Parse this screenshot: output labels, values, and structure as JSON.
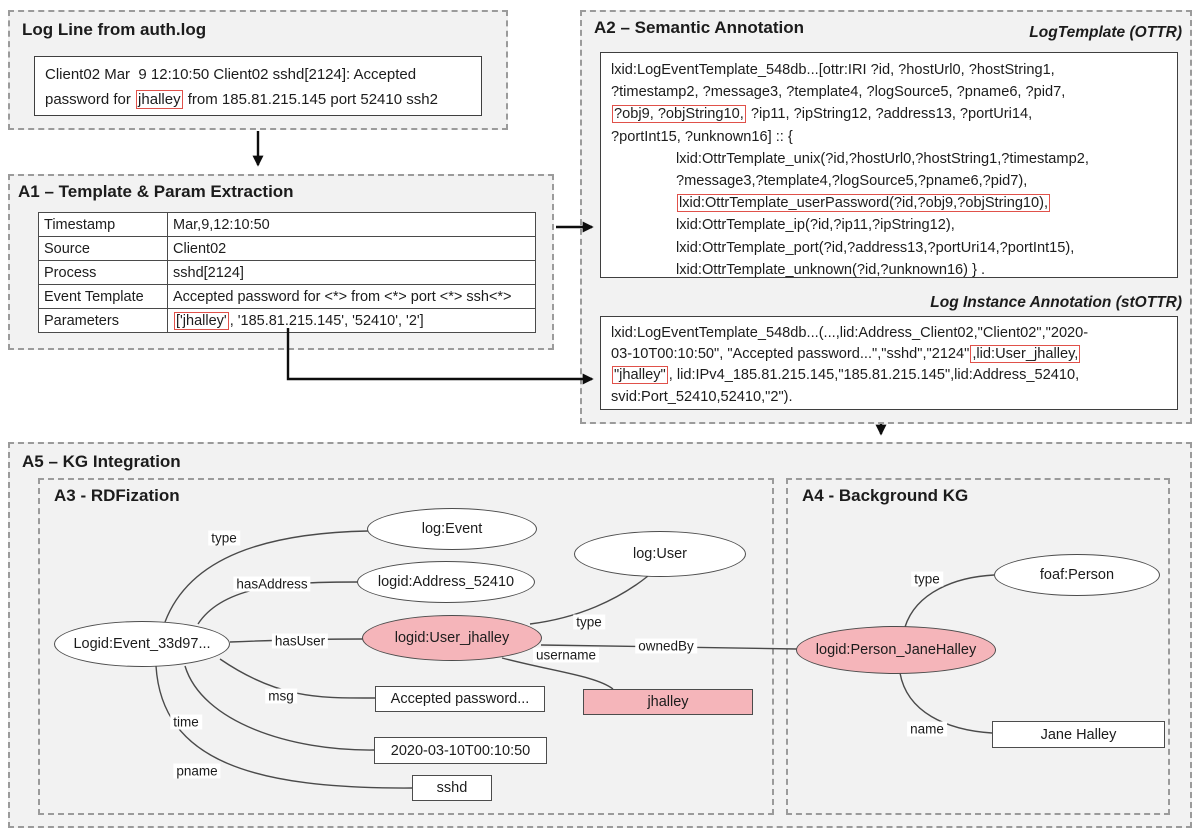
{
  "colors": {
    "panel_bg": "#f2f2f2",
    "dashed_border": "#9b9b9b",
    "solid_border": "#3f3f3f",
    "text": "#1c1c1c",
    "highlight_box_red": "#e0514a",
    "node_pink": "#f5b5ba",
    "node_white": "#ffffff",
    "edge_stroke": "#4a4a4a",
    "arrow_black": "#0d0d0d"
  },
  "logline": {
    "title": "Log Line from auth.log",
    "lines": [
      [
        {
          "t": "Client02 Mar  9 12:10:50 Client02 sshd[2124]: Accepted"
        }
      ],
      [
        {
          "t": "password for "
        },
        {
          "t": "jhalley",
          "box": true
        },
        {
          "t": " from 185.81.215.145 port 52410 ssh2"
        }
      ]
    ]
  },
  "a1": {
    "title": "A1 – Template & Param Extraction",
    "rows": [
      {
        "label": "Timestamp",
        "segments": [
          {
            "t": "Mar,9,12:10:50"
          }
        ]
      },
      {
        "label": "Source",
        "segments": [
          {
            "t": "Client02"
          }
        ]
      },
      {
        "label": "Process",
        "segments": [
          {
            "t": "sshd[2124]"
          }
        ]
      },
      {
        "label": "Event Template",
        "segments": [
          {
            "t": "Accepted password for <*> from <*> port <*> ssh<*>"
          }
        ]
      },
      {
        "label": "Parameters",
        "segments": [
          {
            "t": "['jhalley'",
            "box": true
          },
          {
            "t": ", '185.81.215.145', '52410', '2']"
          }
        ]
      }
    ]
  },
  "a2": {
    "title": "A2 – Semantic Annotation",
    "template_label": "LogTemplate (OTTR)",
    "instance_label": "Log Instance Annotation (stOTTR)",
    "template_lines": [
      {
        "ind": 0,
        "seg": [
          {
            "t": "lxid:LogEventTemplate_548db...[ottr:IRI ?id, ?hostUrl0, ?hostString1,"
          }
        ]
      },
      {
        "ind": 0,
        "seg": [
          {
            "t": "?timestamp2, ?message3, ?template4, ?logSource5, ?pname6, ?pid7,"
          }
        ]
      },
      {
        "ind": 0,
        "seg": [
          {
            "t": "?obj9, ?objString10,",
            "box": true
          },
          {
            "t": " ?ip11, ?ipString12, ?address13, ?portUri14,"
          }
        ]
      },
      {
        "ind": 0,
        "seg": [
          {
            "t": "?portInt15, ?unknown16] :: {"
          }
        ]
      },
      {
        "ind": 1,
        "seg": [
          {
            "t": "lxid:OttrTemplate_unix(?id,?hostUrl0,?hostString1,?timestamp2,"
          }
        ]
      },
      {
        "ind": 1,
        "seg": [
          {
            "t": "?message3,?template4,?logSource5,?pname6,?pid7),"
          }
        ]
      },
      {
        "ind": 1,
        "seg": [
          {
            "t": "lxid:OttrTemplate_userPassword(?id,?obj9,?objString10),",
            "box": true
          }
        ]
      },
      {
        "ind": 1,
        "seg": [
          {
            "t": "lxid:OttrTemplate_ip(?id,?ip11,?ipString12),"
          }
        ]
      },
      {
        "ind": 1,
        "seg": [
          {
            "t": "lxid:OttrTemplate_port(?id,?address13,?portUri14,?portInt15),"
          }
        ]
      },
      {
        "ind": 1,
        "seg": [
          {
            "t": "lxid:OttrTemplate_unknown(?id,?unknown16) } ."
          }
        ]
      }
    ],
    "instance_lines": [
      {
        "ind": 0,
        "seg": [
          {
            "t": "lxid:LogEventTemplate_548db...(...,lid:Address_Client02,\"Client02\",\"2020-"
          }
        ]
      },
      {
        "ind": 0,
        "seg": [
          {
            "t": "03-10T00:10:50\", \"Accepted password...\",\"sshd\",\"2124\""
          },
          {
            "t": ",lid:User_jhalley,",
            "box": true
          }
        ]
      },
      {
        "ind": 0,
        "seg": [
          {
            "t": "\"jhalley\"",
            "box": true
          },
          {
            "t": ", lid:IPv4_185.81.215.145,\"185.81.215.145\",lid:Address_52410,"
          }
        ]
      },
      {
        "ind": 0,
        "seg": [
          {
            "t": "svid:Port_52410,52410,\"2\")."
          }
        ]
      }
    ]
  },
  "a5": {
    "title": "A5 – KG Integration"
  },
  "a3": {
    "title": "A3 - RDFization"
  },
  "a4": {
    "title": "A4 - Background KG"
  },
  "graph": {
    "nodes": [
      {
        "id": "node-event",
        "shape": "ellipse",
        "label": "Logid:Event_33d97...",
        "pink": false
      },
      {
        "id": "node-log-event",
        "shape": "ellipse",
        "label": "log:Event",
        "pink": false
      },
      {
        "id": "node-address",
        "shape": "ellipse",
        "label": "logid:Address_52410",
        "pink": false
      },
      {
        "id": "node-log-user",
        "shape": "ellipse",
        "label": "log:User",
        "pink": false
      },
      {
        "id": "node-user-jhalley",
        "shape": "ellipse",
        "label": "logid:User_jhalley",
        "pink": true
      },
      {
        "id": "node-person-janehalley",
        "shape": "ellipse",
        "label": "logid:Person_JaneHalley",
        "pink": true
      },
      {
        "id": "node-foaf-person",
        "shape": "ellipse",
        "label": "foaf:Person",
        "pink": false
      },
      {
        "id": "literal-message",
        "shape": "rect",
        "label": "Accepted password...",
        "pink": false
      },
      {
        "id": "literal-jhalley",
        "shape": "rect",
        "label": "jhalley",
        "pink": true
      },
      {
        "id": "literal-timestamp",
        "shape": "rect",
        "label": "2020-03-10T00:10:50",
        "pink": false
      },
      {
        "id": "literal-sshd",
        "shape": "rect",
        "label": "sshd",
        "pink": false
      },
      {
        "id": "literal-jane-halley",
        "shape": "rect",
        "label": "Jane Halley",
        "pink": false
      }
    ],
    "edge_labels": [
      {
        "id": "edge-type-event",
        "text": "type"
      },
      {
        "id": "edge-hasaddress",
        "text": "hasAddress"
      },
      {
        "id": "edge-hasuser",
        "text": "hasUser"
      },
      {
        "id": "edge-type-user",
        "text": "type"
      },
      {
        "id": "edge-username",
        "text": "username"
      },
      {
        "id": "edge-ownedby",
        "text": "ownedBy"
      },
      {
        "id": "edge-msg",
        "text": "msg"
      },
      {
        "id": "edge-time",
        "text": "time"
      },
      {
        "id": "edge-pname",
        "text": "pname"
      },
      {
        "id": "edge-type-person",
        "text": "type"
      },
      {
        "id": "edge-name",
        "text": "name"
      }
    ]
  }
}
